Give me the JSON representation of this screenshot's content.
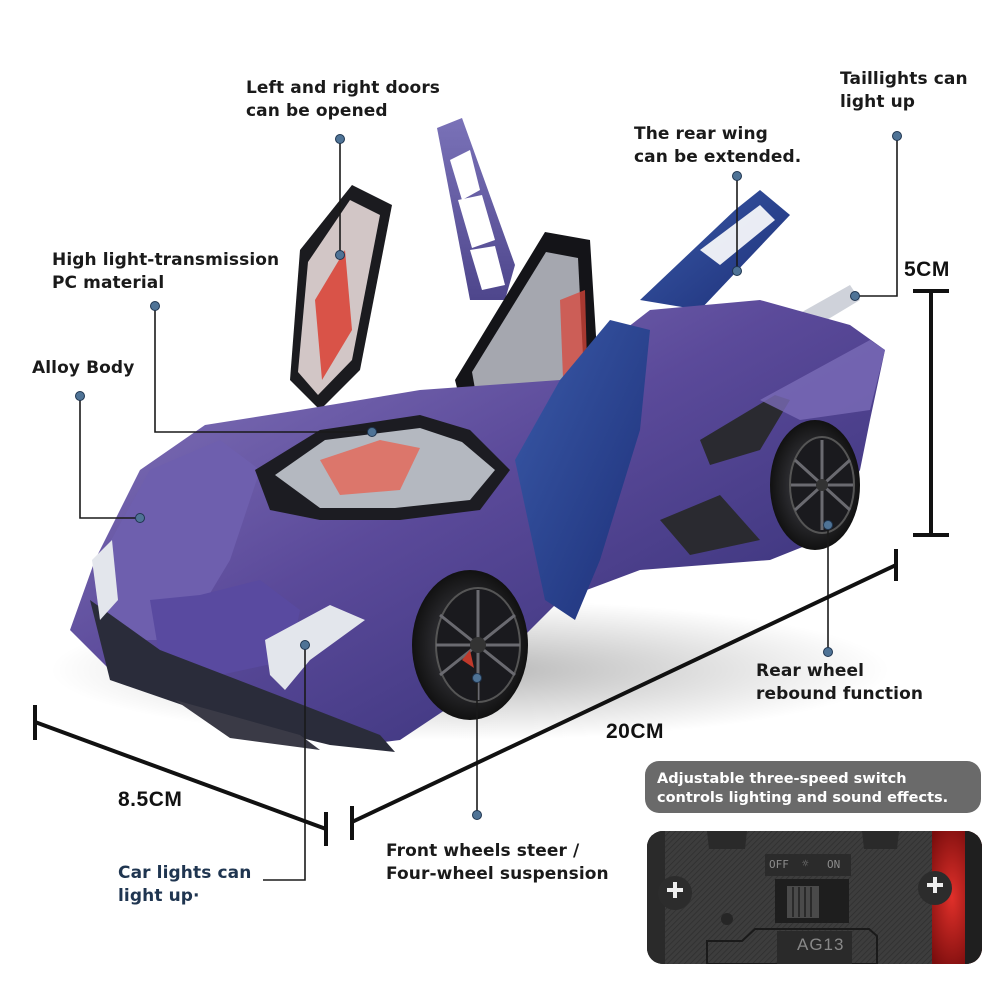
{
  "callouts": {
    "doors": {
      "lines": [
        "Left and right doors",
        "can be opened"
      ]
    },
    "pc_material": {
      "lines": [
        "High light-transmission",
        "PC material"
      ]
    },
    "alloy_body": {
      "lines": [
        "Alloy Body"
      ]
    },
    "rear_wing": {
      "lines": [
        "The rear wing",
        "can be extended."
      ]
    },
    "taillights": {
      "lines": [
        "Taillights can",
        "light up"
      ]
    },
    "rear_wheel": {
      "lines": [
        "Rear wheel",
        "rebound function"
      ]
    },
    "front_wheels": {
      "lines": [
        "Front wheels steer /",
        "Four-wheel suspension"
      ]
    },
    "car_lights": {
      "lines": [
        "Car lights can",
        "light up·"
      ]
    }
  },
  "dimensions": {
    "height": "5CM",
    "length": "20CM",
    "width": "8.5CM"
  },
  "switch_panel": {
    "caption_lines": [
      "Adjustable three-speed switch",
      "controls lighting and sound effects."
    ],
    "switch_labels": {
      "off": "OFF",
      "mid": "☼",
      "on": "ON"
    },
    "model_code": "AG13"
  },
  "colors": {
    "callout_dot": "#4f7396",
    "callout_line": "#1a1a1a",
    "car_body_purple": "#5b4a9a",
    "car_body_blue": "#27408a",
    "interior_red": "#d9463a",
    "caption_bg": "#6a6a6a"
  }
}
